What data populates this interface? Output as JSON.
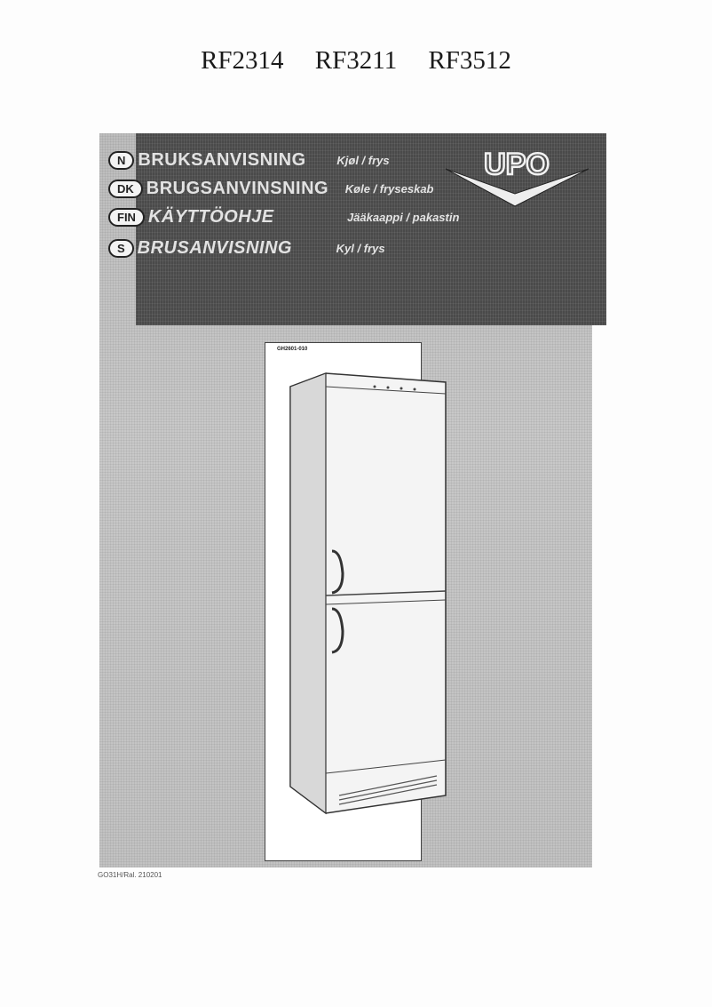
{
  "header": {
    "models": [
      "RF2314",
      "RF3211",
      "RF3512"
    ]
  },
  "cover": {
    "languages": [
      {
        "code": "N",
        "title": "BRUKSANVISNING",
        "subtitle": "Kjøl / frys"
      },
      {
        "code": "DK",
        "title": "BRUGSANVINSNING",
        "subtitle": "Køle / fryseskab"
      },
      {
        "code": "FIN",
        "title": "KÄYTTÖOHJE",
        "subtitle": "Jääkaappi / pakastin"
      },
      {
        "code": "S",
        "title": "BRUSANVISNING",
        "subtitle": "Kyl / frys"
      }
    ],
    "brand_logo": "UPO",
    "illustration_ref": "GH2601-010",
    "footer_ref": "GO31H/Ral. 210201"
  },
  "colors": {
    "dark_panel": "#4a4a4a",
    "light_panel": "#c2c2c2",
    "text_light": "#e2e2e2"
  }
}
